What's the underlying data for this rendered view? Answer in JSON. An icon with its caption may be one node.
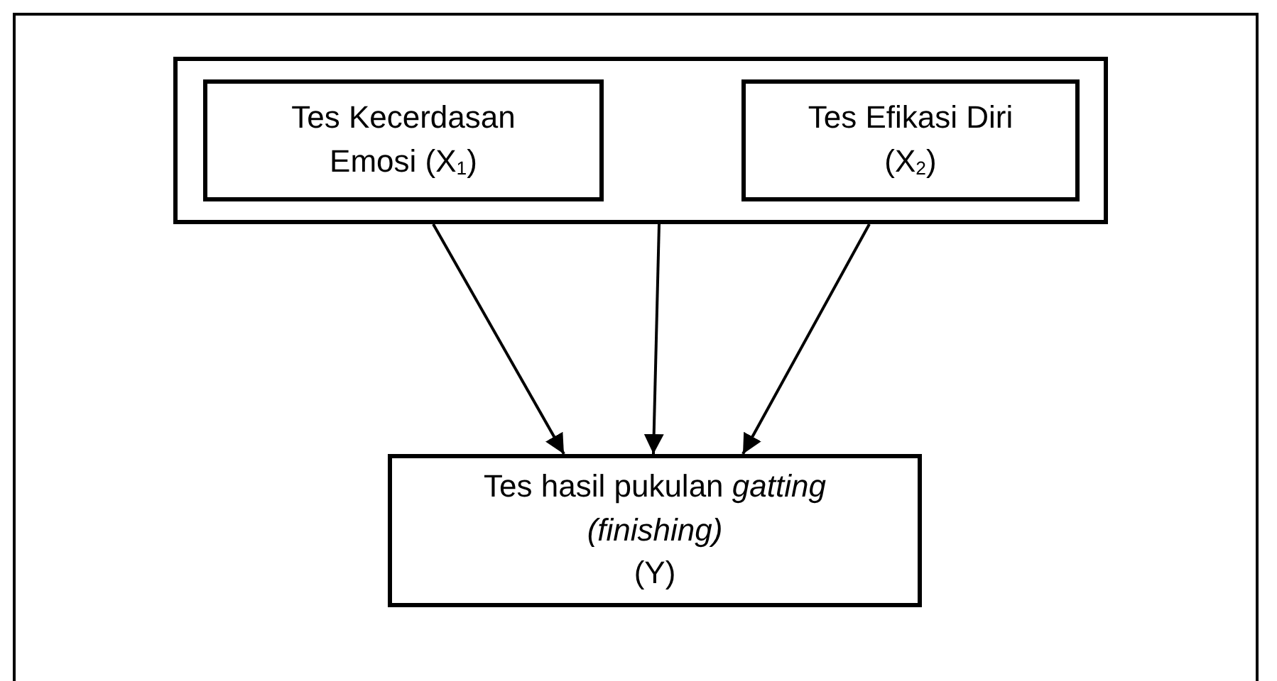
{
  "diagram": {
    "nodes": [
      {
        "text": [],
        "shape": "box"
      },
      {
        "text": [
          "Tes Kecerdasan Emosi (X$_{1}$)"
        ],
        "in": 0
      },
      {
        "text": [
          "Tes Efikasi Diri (X$_{2}$)"
        ],
        "in": 0
      },
      {
        "text": [
          "Tes hasil pukulan *gatting (finishing)*",
          "(Y)"
        ]
      }
    ],
    "edges": [
      {
        "from": 0,
        "to": 3,
        "arrow": "to"
      },
      {
        "from": 0,
        "to": 3,
        "arrow": "to"
      },
      {
        "from": 0,
        "to": 3,
        "arrow": "to"
      }
    ]
  }
}
